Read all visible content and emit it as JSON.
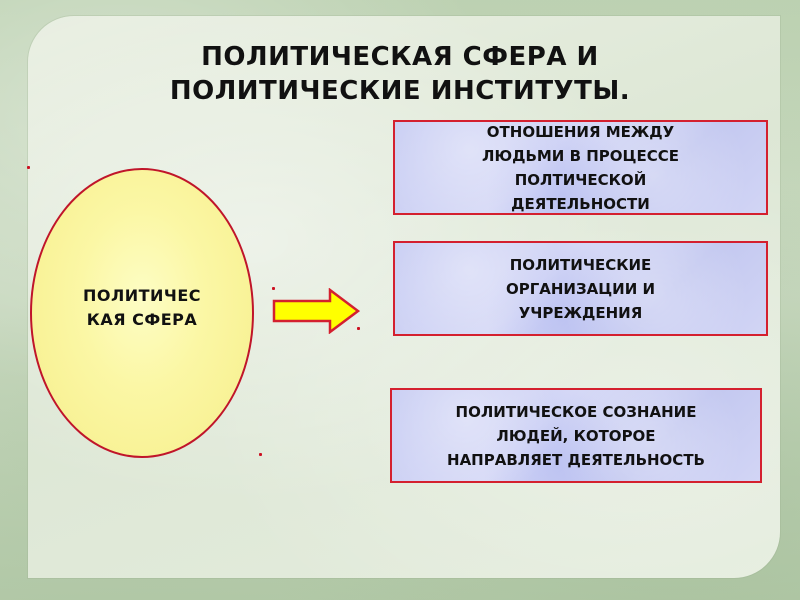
{
  "title": {
    "line1": "ПОЛИТИЧЕСКАЯ СФЕРА И",
    "line2": "ПОЛИТИЧЕСКИЕ ИНСТИТУТЫ."
  },
  "central_node": {
    "line1": "ПОЛИТИЧЕС",
    "line2": "КАЯ  СФЕРА"
  },
  "arrow": {
    "direction": "right",
    "fill_color": "#ffff00",
    "stroke_color": "#d4202f"
  },
  "components": [
    {
      "lines": [
        "ОТНОШЕНИЯ МЕЖДУ",
        "ЛЮДЬМИ В ПРОЦЕССЕ",
        "ПОЛТИЧЕСКОЙ",
        "ДЕЯТЕЛЬНОСТИ"
      ]
    },
    {
      "lines": [
        "ПОЛИТИЧЕСКИЕ",
        "ОРГАНИЗАЦИИ И",
        "УЧРЕЖДЕНИЯ"
      ]
    },
    {
      "lines": [
        "ПОЛИТИЧЕСКОЕ СОЗНАНИЕ",
        "ЛЮДЕЙ, КОТОРОЕ",
        "НАПРАВЛЯЕТ ДЕЯТЕЛЬНОСТЬ"
      ]
    }
  ],
  "colors": {
    "box_border": "#d4202f",
    "box_fill": "#c8cdf3",
    "ellipse_border": "#c0152a",
    "ellipse_fill": "#fbf7a5",
    "text": "#111111"
  }
}
